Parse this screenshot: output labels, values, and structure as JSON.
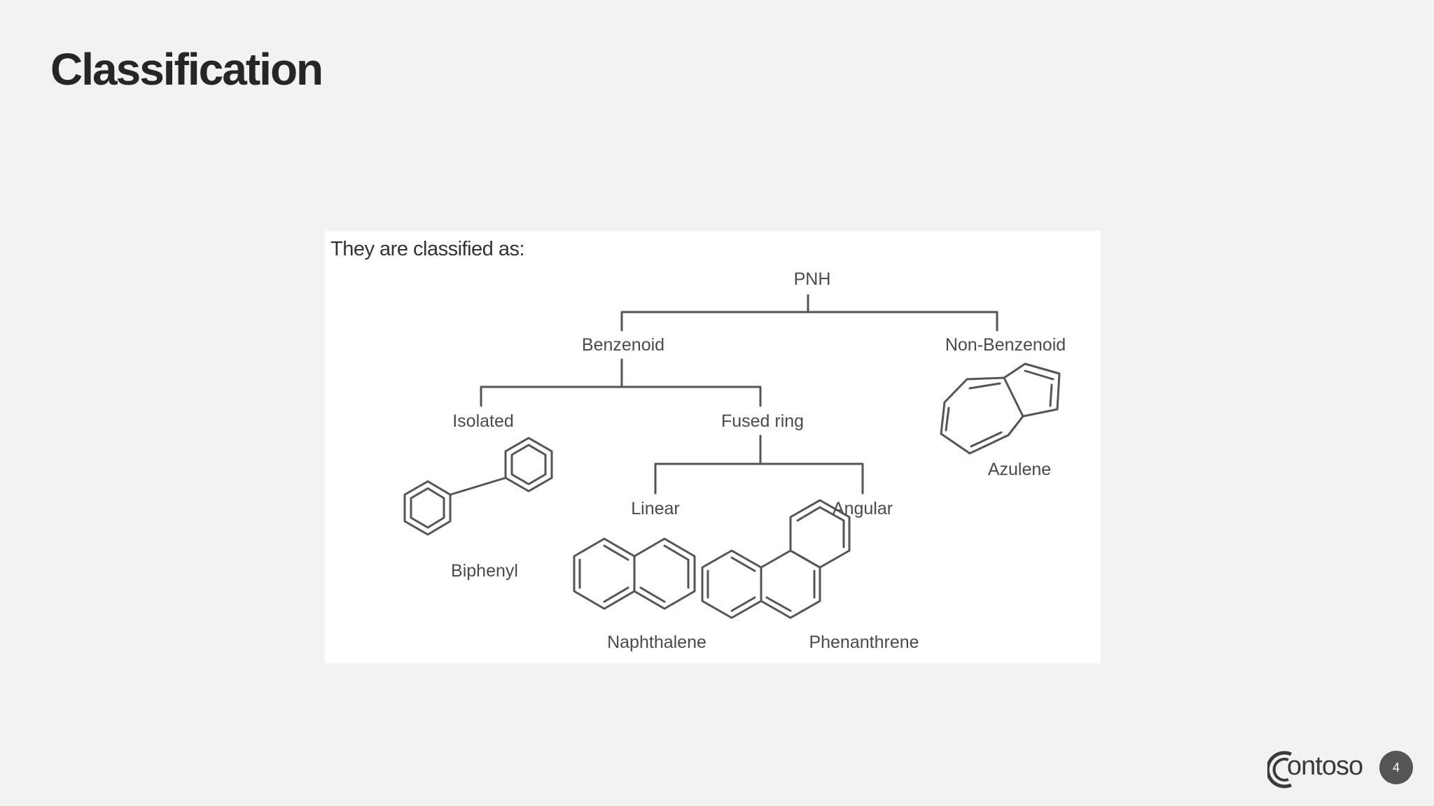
{
  "slide": {
    "title": "Classification",
    "page_number": "4",
    "logo_text": "ontoso"
  },
  "figure": {
    "caption": "They are classified as:",
    "nodes": {
      "root": "PNH",
      "benzenoid": "Benzenoid",
      "non_benzenoid": "Non-Benzenoid",
      "isolated": "Isolated",
      "fused_ring": "Fused ring",
      "linear": "Linear",
      "angular": "Angular"
    },
    "compounds": {
      "biphenyl": "Biphenyl",
      "naphthalene": "Naphthalene",
      "phenanthrene": "Phenanthrene",
      "azulene": "Azulene"
    }
  }
}
